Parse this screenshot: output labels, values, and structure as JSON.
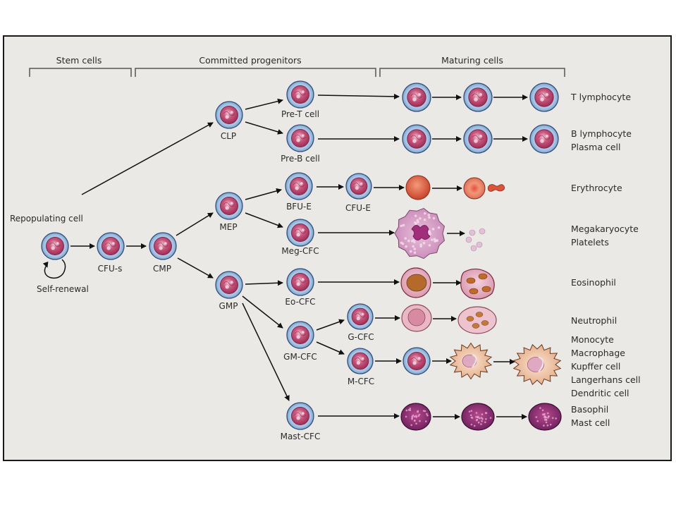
{
  "headers": {
    "stem": "Stem cells",
    "committed": "Committed progenitors",
    "maturing": "Maturing cells"
  },
  "nodes": {
    "repop": "Repopulating cell",
    "self_renewal": "Self-renewal",
    "cfus": "CFU-s",
    "cmp": "CMP",
    "clp": "CLP",
    "mep": "MEP",
    "gmp": "GMP",
    "pret": "Pre-T cell",
    "preb": "Pre-B cell",
    "bfue": "BFU-E",
    "cfue": "CFU-E",
    "megcfc": "Meg-CFC",
    "eocfc": "Eo-CFC",
    "gmcfc": "GM-CFC",
    "gcfc": "G-CFC",
    "mcfc": "M-CFC",
    "mastcfc": "Mast-CFC"
  },
  "outcomes": {
    "t": [
      "T lymphocyte"
    ],
    "b": [
      "B lymphocyte",
      "Plasma cell"
    ],
    "ery": [
      "Erythrocyte"
    ],
    "meg": [
      "Megakaryocyte",
      "Platelets"
    ],
    "eo": [
      "Eosinophil"
    ],
    "neu": [
      "Neutrophil"
    ],
    "mono": [
      "Monocyte",
      "Macrophage",
      "Kupffer cell",
      "Langerhans cell",
      "Dendritic cell"
    ],
    "baso": [
      "Basophil",
      "Mast cell"
    ]
  },
  "colors": {
    "background": "#ebe9e6",
    "cell_cytoplasm": "#8fb1d6",
    "cell_nucleus": "#b8486e",
    "erythrocyte": "#d8543a",
    "megakaryocyte": "#d9a3c9",
    "eosinophil_granules": "#b36a2a",
    "basophil": "#7a2a6a",
    "macrophage": "#efc6a8"
  }
}
